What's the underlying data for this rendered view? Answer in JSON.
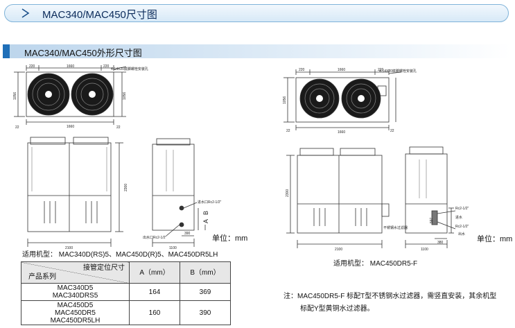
{
  "header": {
    "title": "MAC340/MAC450尺寸图"
  },
  "section": {
    "title": "MAC340/MAC450外形尺寸图"
  },
  "left": {
    "dims_top": [
      "220",
      "1660",
      "220"
    ],
    "dims_bottom": [
      "22",
      "1660",
      "22"
    ],
    "dim_height_a": "1056",
    "dim_height_b": "1056",
    "hole_note": "4-14X20底脚螺栓安装孔",
    "dim_front_h": "2300",
    "dim_front_w": "2100",
    "dim_side_w": "1100",
    "dim_side_b": "390",
    "label_a": "A",
    "label_b": "B",
    "outlet": "进水口Rc2-1/2\"",
    "inlet": "出水口Rc2-1/2\"",
    "unit": "单位：mm",
    "models": "适用机型：  MAC340D(RS)5、MAC450D(R)5、MAC450DR5LH"
  },
  "right": {
    "dims_top": [
      "220",
      "1660",
      "220"
    ],
    "dims_bottom": [
      "22",
      "1660",
      "22"
    ],
    "dim_height": "1056",
    "hole_note": "4-14X20底脚螺栓安装孔",
    "dim_front_h": "2300",
    "dim_front_w": "2100",
    "dim_side_w": "1100",
    "dim_side_b": "380",
    "dim_side_c": "597",
    "rc_a": "Rc2-1/2\"",
    "rc_b": "Rc2-1/2\"",
    "in_label": "进水",
    "out_label": "出水",
    "filter": "不锈钢水过滤器",
    "unit": "单位：mm",
    "models": "适用机型：  MAC450DR5-F"
  },
  "table": {
    "corner_top": "接管定位尺寸",
    "corner_bottom": "产品系列",
    "col_a": "A（mm）",
    "col_b": "B（mm）",
    "rows": [
      {
        "models": [
          "MAC340D5",
          "MAC340DRS5"
        ],
        "a": "164",
        "b": "369"
      },
      {
        "models": [
          "MAC450D5",
          "MAC450DR5",
          "MAC450DR5LH"
        ],
        "a": "160",
        "b": "390"
      }
    ]
  },
  "note": {
    "line1": "注：MAC450DR5-F 标配T型不锈钢水过滤器，需竖直安装，其余机型",
    "line2": "标配Y型黄铜水过滤器。"
  }
}
